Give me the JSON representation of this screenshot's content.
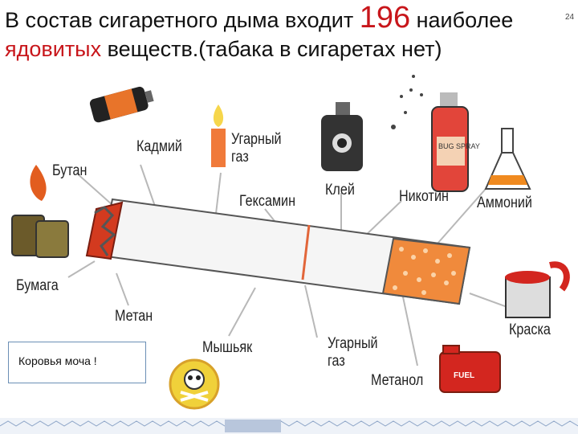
{
  "slide": {
    "title_part1": "В состав сигаретного дыма входит ",
    "title_number": "196",
    "title_part2": " наиболее",
    "title_red_word": "ядовитых",
    "title_part3": " веществ.(табака в сигаретах нет)",
    "page_number": "24",
    "note": "Коровья моча !"
  },
  "labels": {
    "cadmium": "Кадмий",
    "carbon_monoxide_top": "Угарный\nгаз",
    "butane": "Бутан",
    "hexamine": "Гексамин",
    "glue": "Клей",
    "nicotine": "Никотин",
    "ammonia": "Аммоний",
    "paper": "Бумага",
    "methane": "Метан",
    "arsenic": "Мышьяк",
    "carbon_monoxide_bottom": "Угарный\nгаз",
    "methanol": "Метанол",
    "paint": "Краска"
  },
  "images": {
    "can_text": "BUG SPRAY",
    "fuel_text": "FUEL"
  },
  "colors": {
    "title_red": "#c8161b",
    "filter_orange": "#f08a3c",
    "ember": "#d33a1f"
  }
}
